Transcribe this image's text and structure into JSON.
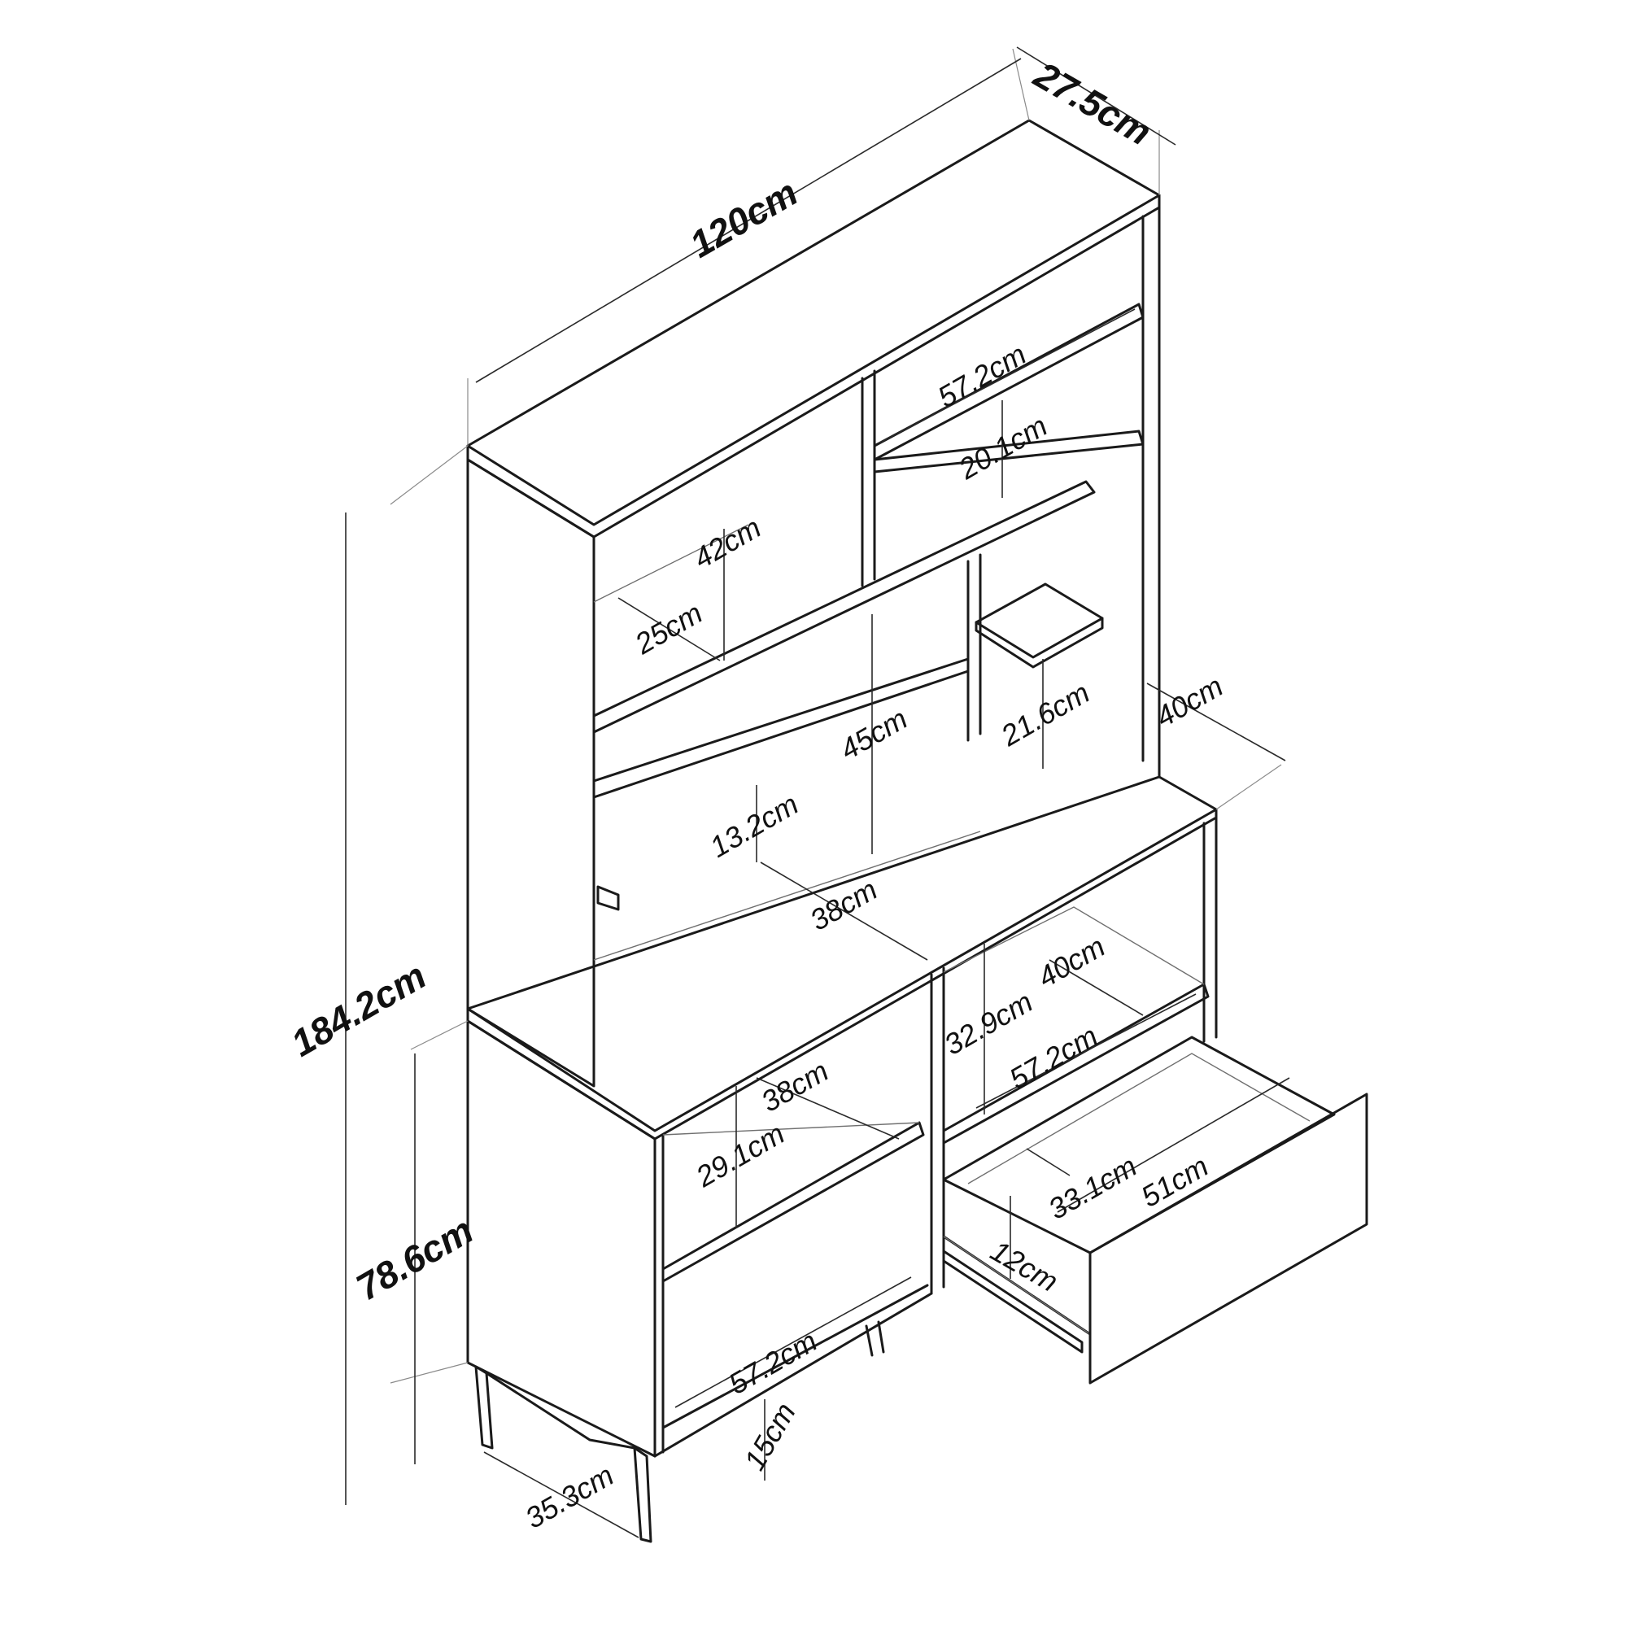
{
  "dimensions": {
    "total_width": "120cm",
    "top_depth": "27.5cm",
    "total_height": "184.2cm",
    "lower_height": "78.6cm",
    "lower_depth": "40cm",
    "top_right_shelf_width": "57.2cm",
    "top_right_shelf_height": "20.1cm",
    "top_left_compartment_height": "42cm",
    "top_left_compartment_depth": "25cm",
    "middle_opening_height": "45cm",
    "small_shelf_height": "21.6cm",
    "back_rail_height": "13.2cm",
    "worktop_depth": "38cm",
    "right_niche_height": "32.9cm",
    "right_niche_depth": "40cm",
    "right_niche_width": "57.2cm",
    "left_upper_depth": "38cm",
    "left_upper_height": "29.1cm",
    "drawer_depth": "33.1cm",
    "drawer_width": "51cm",
    "drawer_height": "12cm",
    "bottom_shelf_width": "57.2cm",
    "leg_height": "15cm",
    "leg_span": "35.3cm"
  },
  "colors": {
    "line": "#1a1a1a",
    "background": "#ffffff"
  }
}
